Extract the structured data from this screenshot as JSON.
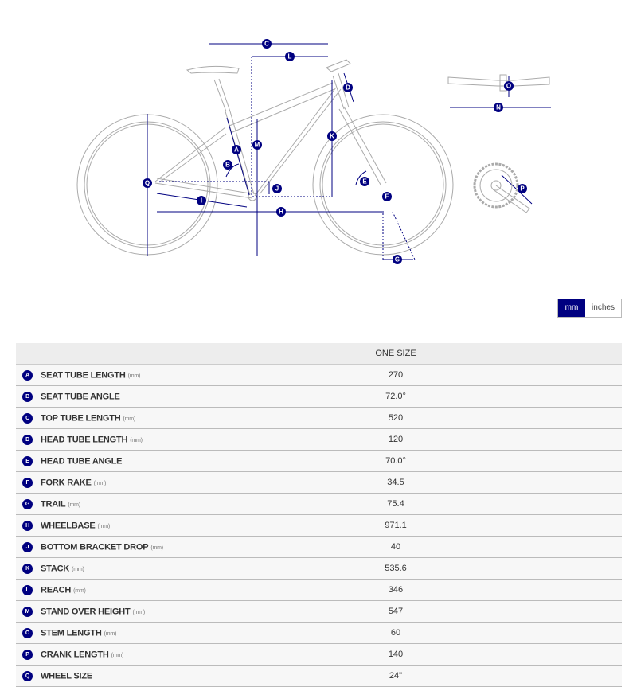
{
  "colors": {
    "accent": "#000080",
    "frame": "#aaaaaa"
  },
  "diagram_labels": {
    "A": "A",
    "B": "B",
    "C": "C",
    "D": "D",
    "E": "E",
    "F": "F",
    "G": "G",
    "H": "H",
    "I": "I",
    "J": "J",
    "K": "K",
    "L": "L",
    "M": "M",
    "N": "N",
    "O": "O",
    "P": "P",
    "Q": "Q"
  },
  "unit_toggle": {
    "mm": "mm",
    "inches": "inches"
  },
  "table": {
    "header": "ONE SIZE",
    "rows": [
      {
        "key": "A",
        "name": "SEAT TUBE LENGTH",
        "unit": "(mm)",
        "value": "270"
      },
      {
        "key": "B",
        "name": "SEAT TUBE ANGLE",
        "unit": "",
        "value": "72.0°"
      },
      {
        "key": "C",
        "name": "TOP TUBE LENGTH",
        "unit": "(mm)",
        "value": "520"
      },
      {
        "key": "D",
        "name": "HEAD TUBE LENGTH",
        "unit": "(mm)",
        "value": "120"
      },
      {
        "key": "E",
        "name": "HEAD TUBE ANGLE",
        "unit": "",
        "value": "70.0°"
      },
      {
        "key": "F",
        "name": "FORK RAKE",
        "unit": "(mm)",
        "value": "34.5"
      },
      {
        "key": "G",
        "name": "TRAIL",
        "unit": "(mm)",
        "value": "75.4"
      },
      {
        "key": "H",
        "name": "WHEELBASE",
        "unit": "(mm)",
        "value": "971.1"
      },
      {
        "key": "J",
        "name": "BOTTOM BRACKET DROP",
        "unit": "(mm)",
        "value": "40"
      },
      {
        "key": "K",
        "name": "STACK",
        "unit": "(mm)",
        "value": "535.6"
      },
      {
        "key": "L",
        "name": "REACH",
        "unit": "(mm)",
        "value": "346"
      },
      {
        "key": "M",
        "name": "STAND OVER HEIGHT",
        "unit": "(mm)",
        "value": "547"
      },
      {
        "key": "O",
        "name": "STEM LENGTH",
        "unit": "(mm)",
        "value": "60"
      },
      {
        "key": "P",
        "name": "CRANK LENGTH",
        "unit": "(mm)",
        "value": "140"
      },
      {
        "key": "Q",
        "name": "WHEEL SIZE",
        "unit": "",
        "value": "24\""
      }
    ]
  }
}
